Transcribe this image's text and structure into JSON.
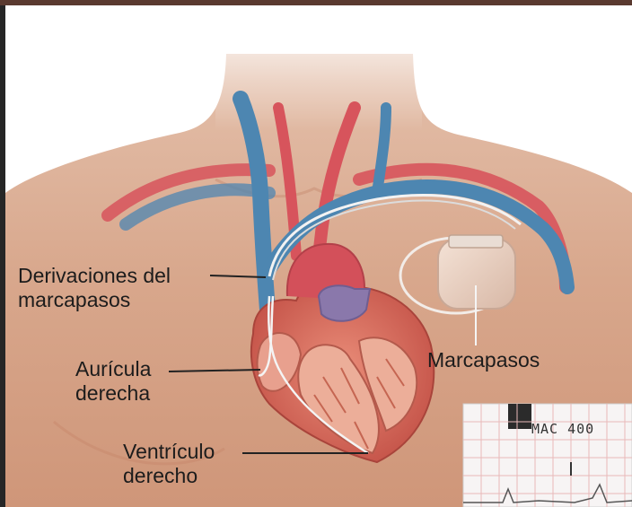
{
  "labels": {
    "leads": [
      "Derivaciones del",
      "marcapasos"
    ],
    "right_atrium": [
      "Aurícula",
      "derecha"
    ],
    "right_ventricle": [
      "Ventrículo",
      "derecho"
    ],
    "pacemaker": "Marcapasos"
  },
  "ecg": {
    "device_text": "MAC 400"
  },
  "colors": {
    "skin": "#d9a88d",
    "vein_blue": "#4d86b1",
    "artery_red": "#d7545c",
    "heart_muscle": "#d87260",
    "aorta_purple": "#8a78ab",
    "background": "#ffffff"
  },
  "icons": [
    "heart-illustration",
    "pacemaker-device-icon",
    "ecg-strip"
  ]
}
